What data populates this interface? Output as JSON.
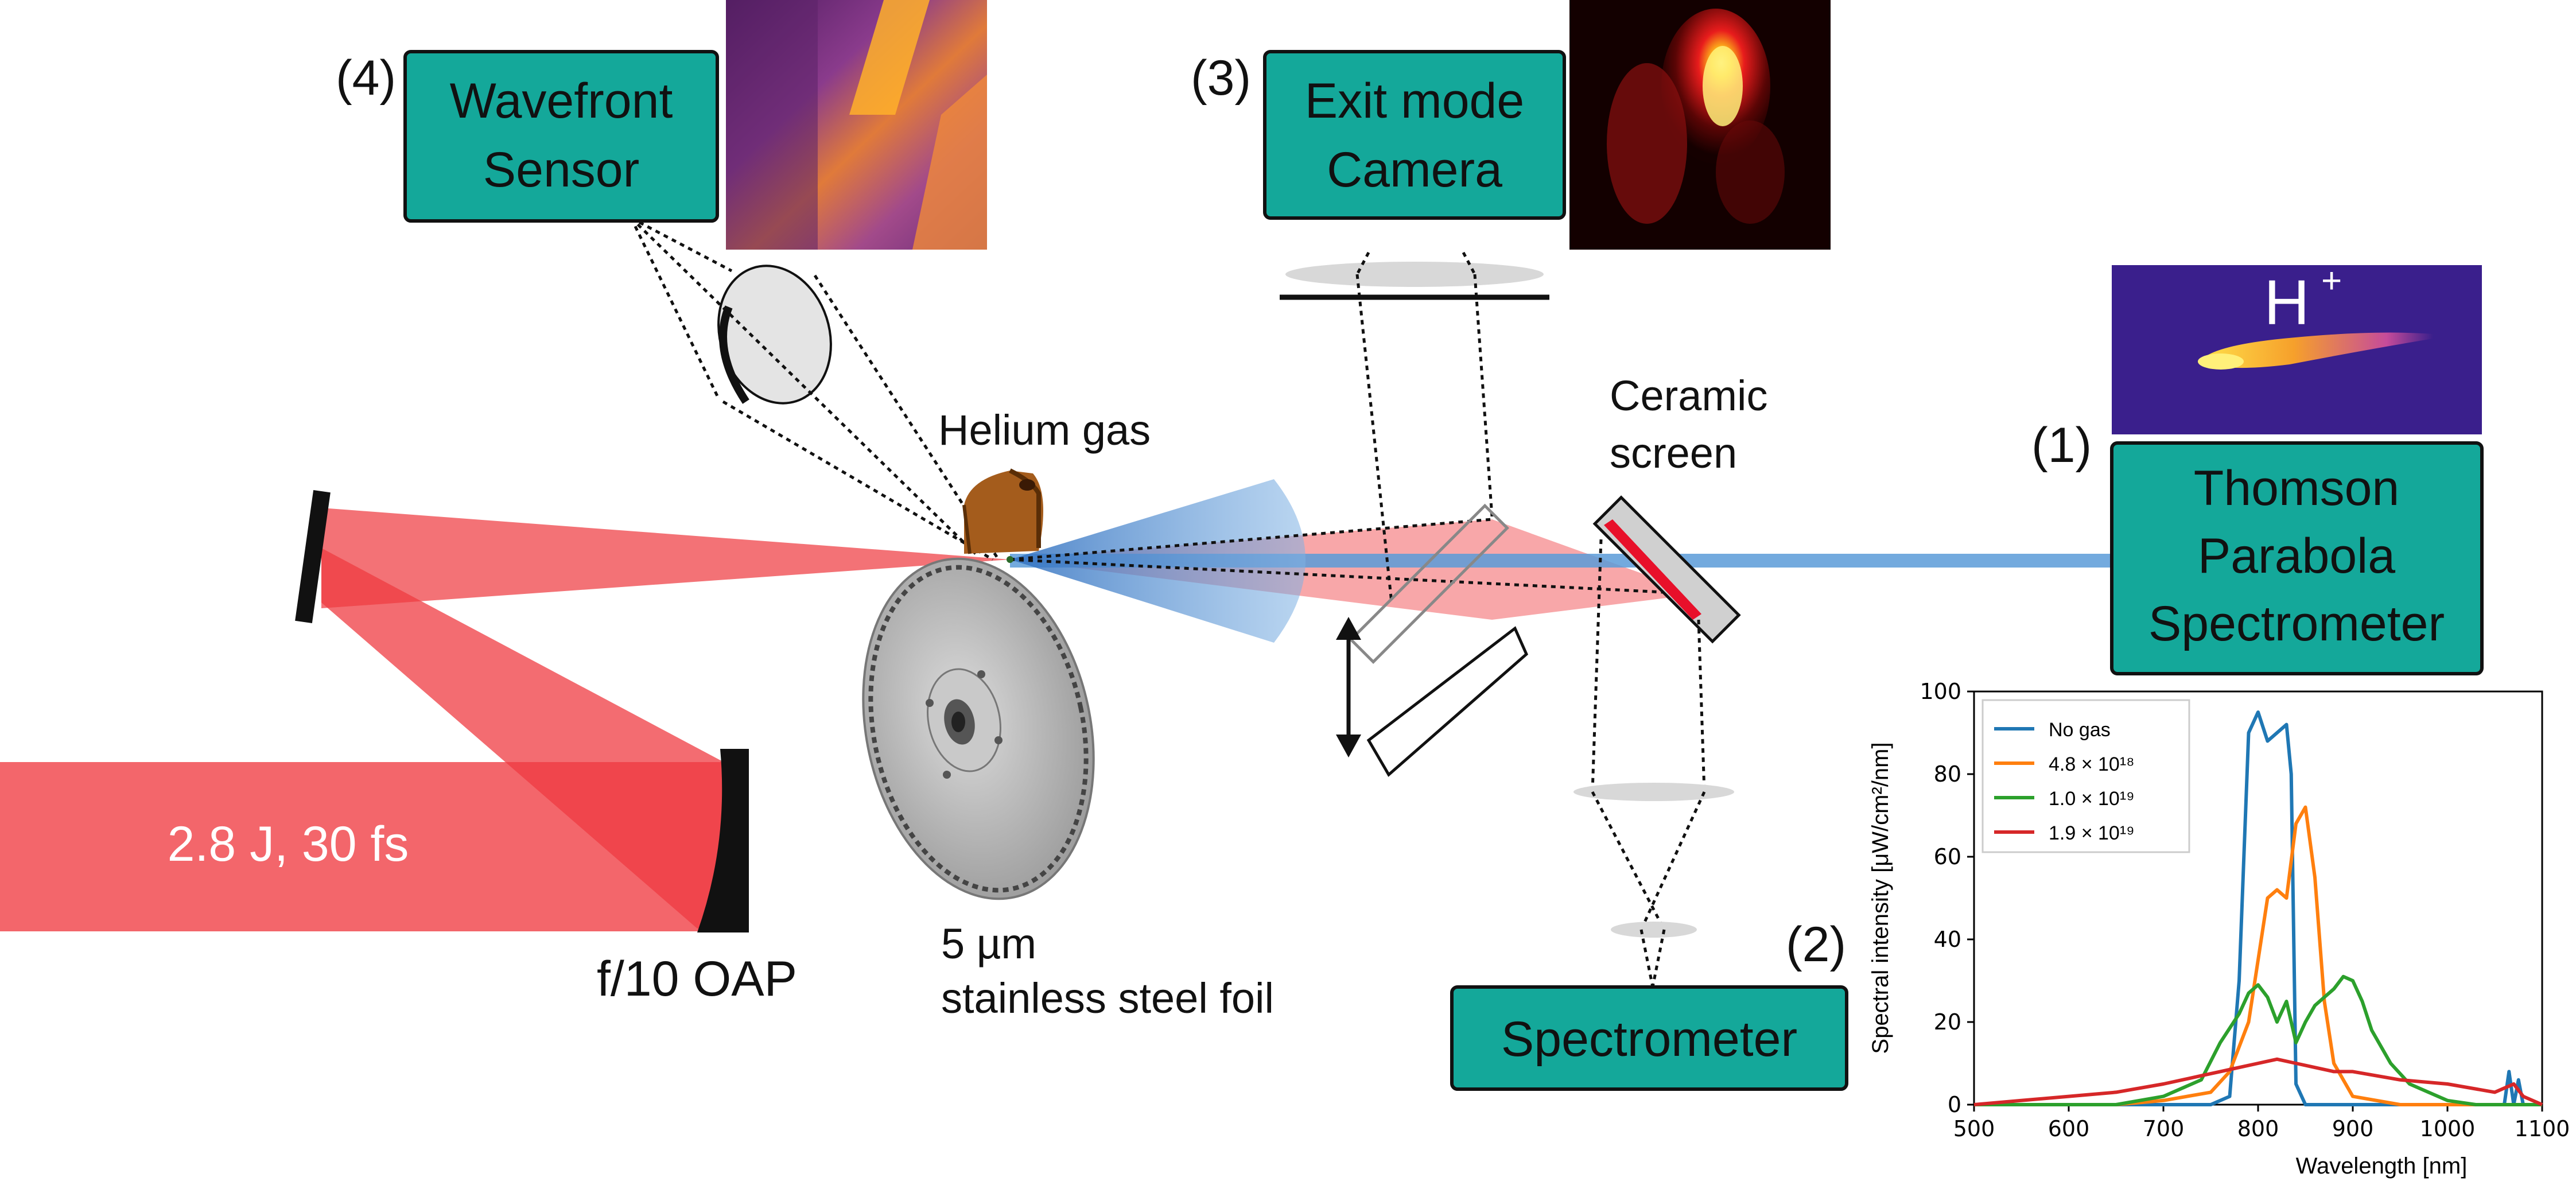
{
  "colors": {
    "teal_box": "#14a89a",
    "laser_red": "#ef3b41",
    "proton_blue": "#4f93d6",
    "mirror_black": "#111111"
  },
  "labels": {
    "beam_energy": "2.8 J, 30 fs",
    "oap": "f/10 OAP",
    "foil_line1": "5 µm",
    "foil_line2": "stainless steel foil",
    "gas": "Helium gas",
    "ceramic_line1": "Ceramic",
    "ceramic_line2": "screen",
    "hplus": "H",
    "hplus_sup": "+"
  },
  "boxes": {
    "wavefront": {
      "tag": "(4)",
      "lines": [
        "Wavefront",
        "Sensor"
      ]
    },
    "exit_mode": {
      "tag": "(3)",
      "lines": [
        "Exit mode",
        "Camera"
      ]
    },
    "thomson": {
      "tag": "(1)",
      "lines": [
        "Thomson",
        "Parabola",
        "Spectrometer"
      ]
    },
    "spectrometer": {
      "tag": "(2)",
      "lines": [
        "Spectrometer"
      ]
    }
  },
  "chart_data": {
    "type": "line",
    "xlabel": "Wavelength [nm]",
    "ylabel": "Spectral intensity [μW/cm²/nm]",
    "xlim": [
      500,
      1100
    ],
    "ylim": [
      0,
      100
    ],
    "xticks": [
      500,
      600,
      700,
      800,
      900,
      1000,
      1100
    ],
    "yticks": [
      0,
      20,
      40,
      60,
      80,
      100
    ],
    "legend_position": "top-left",
    "series": [
      {
        "name": "No gas",
        "color": "#1f77b4",
        "x": [
          500,
          700,
          750,
          770,
          780,
          790,
          800,
          810,
          820,
          830,
          835,
          840,
          850,
          900,
          1000,
          1060,
          1065,
          1070,
          1075,
          1080,
          1100
        ],
        "y": [
          0,
          0,
          0,
          2,
          30,
          90,
          95,
          88,
          90,
          92,
          80,
          5,
          0,
          0,
          0,
          0,
          8,
          0,
          6,
          0,
          0
        ]
      },
      {
        "name": "4.8 × 10¹⁸",
        "color": "#ff7f0e",
        "x": [
          500,
          650,
          700,
          750,
          770,
          790,
          800,
          810,
          820,
          830,
          840,
          850,
          860,
          870,
          880,
          900,
          950,
          1000,
          1100
        ],
        "y": [
          0,
          0,
          1,
          3,
          8,
          20,
          35,
          50,
          52,
          50,
          68,
          72,
          55,
          25,
          10,
          2,
          0,
          0,
          0
        ]
      },
      {
        "name": "1.0 × 10¹⁹",
        "color": "#2ca02c",
        "x": [
          500,
          650,
          700,
          740,
          760,
          780,
          790,
          800,
          810,
          820,
          830,
          840,
          850,
          860,
          870,
          880,
          890,
          900,
          910,
          920,
          940,
          960,
          1000,
          1030,
          1100
        ],
        "y": [
          0,
          0,
          2,
          6,
          15,
          22,
          27,
          29,
          26,
          20,
          25,
          15,
          20,
          24,
          26,
          28,
          31,
          30,
          25,
          18,
          10,
          5,
          1,
          0,
          0
        ]
      },
      {
        "name": "1.9 × 10¹⁹",
        "color": "#d62728",
        "x": [
          500,
          550,
          600,
          650,
          700,
          740,
          760,
          780,
          800,
          820,
          840,
          860,
          880,
          900,
          950,
          1000,
          1050,
          1070,
          1080,
          1100
        ],
        "y": [
          0,
          1,
          2,
          3,
          5,
          7,
          8,
          9,
          10,
          11,
          10,
          9,
          8,
          8,
          6,
          5,
          3,
          5,
          2,
          0
        ]
      }
    ]
  }
}
